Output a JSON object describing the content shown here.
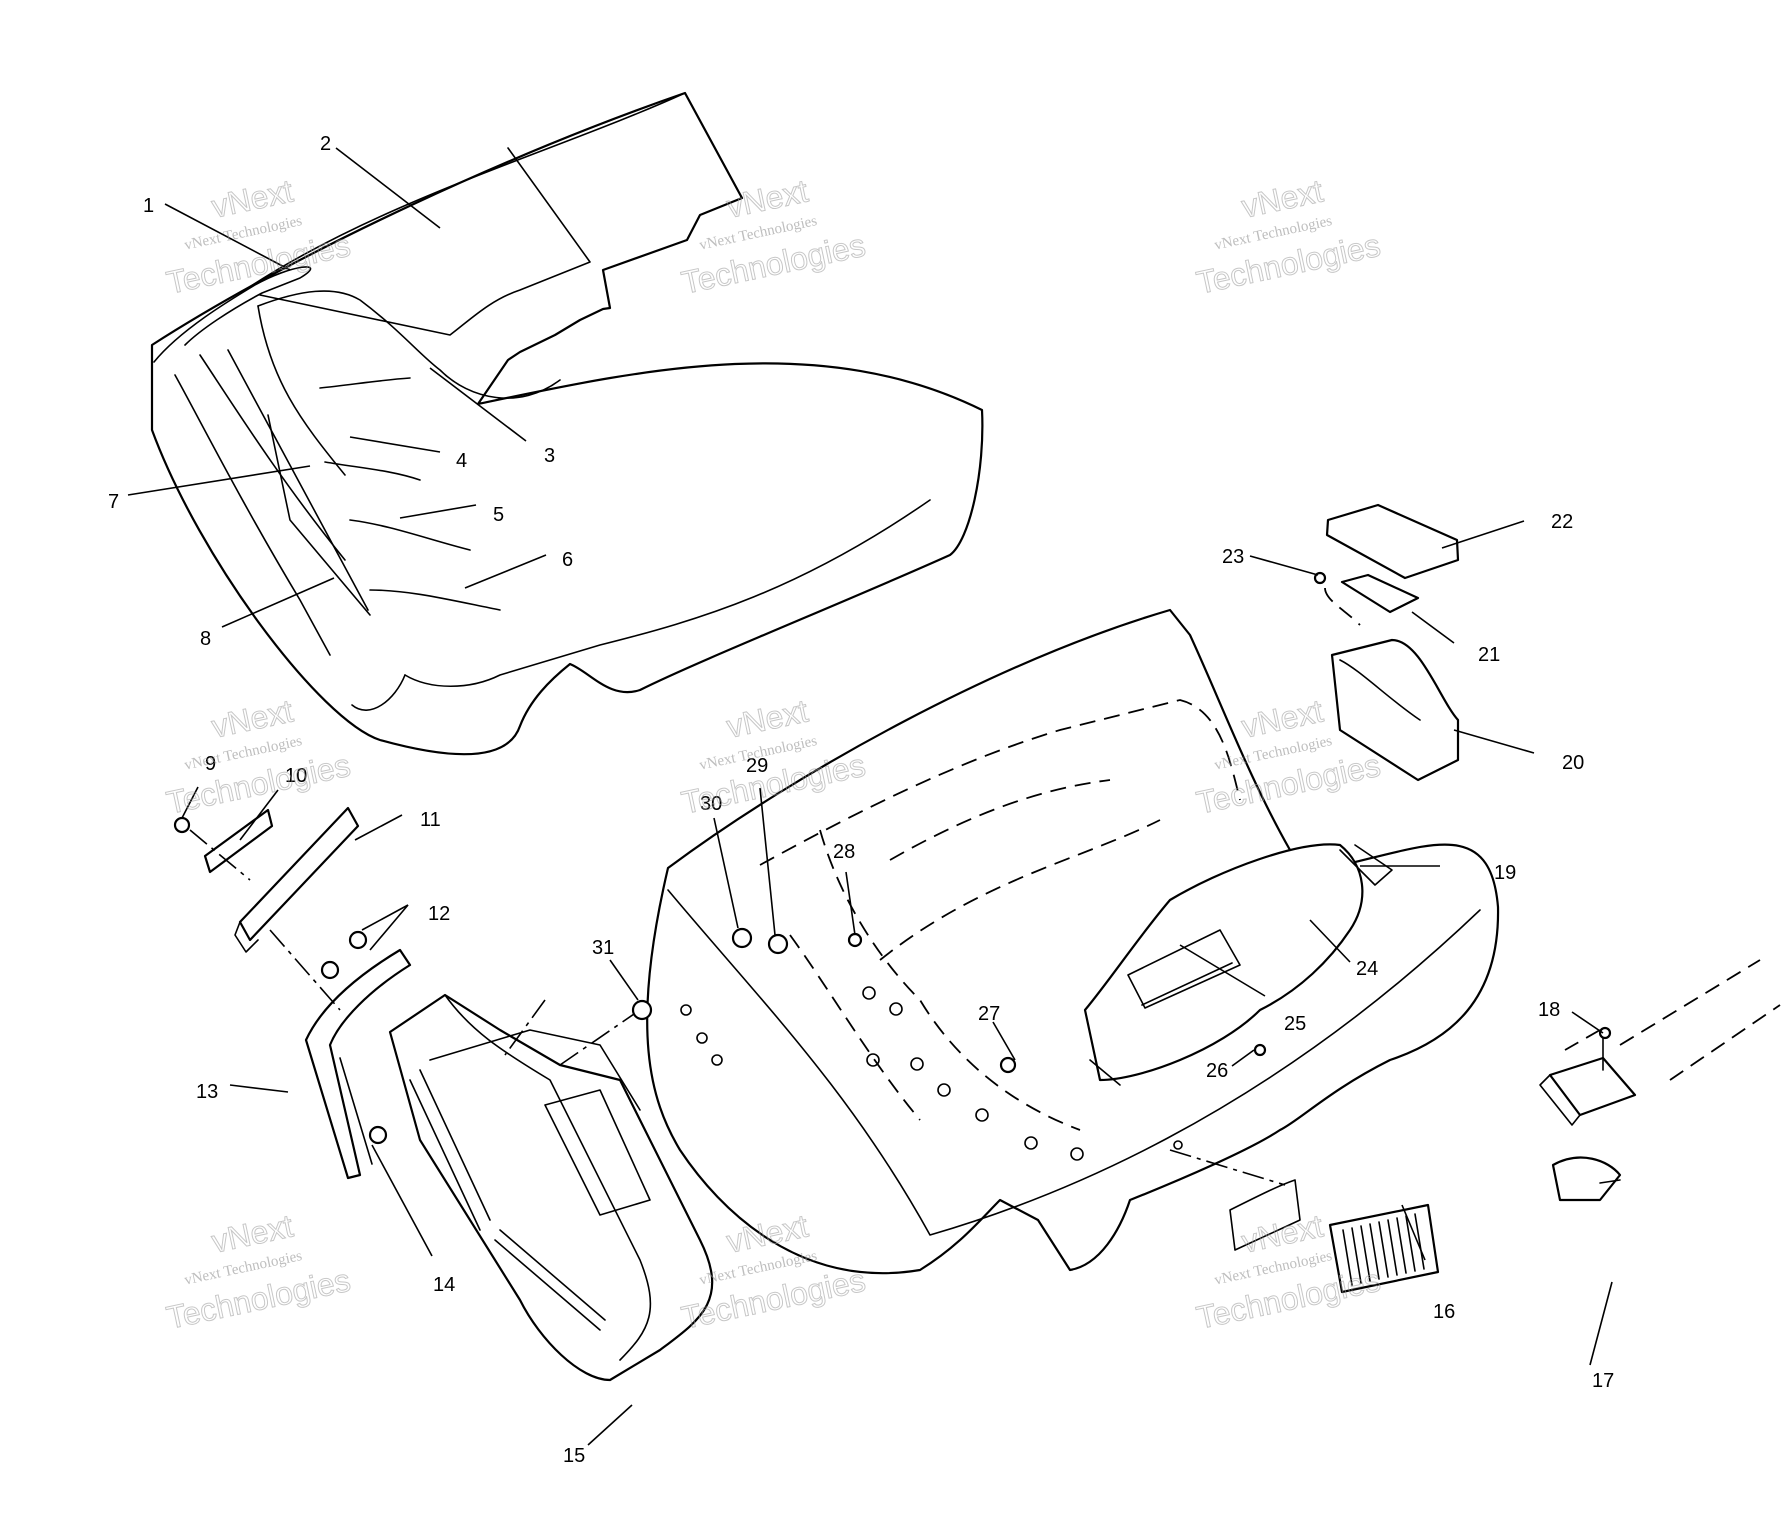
{
  "callouts": [
    {
      "id": "1",
      "label": "1"
    },
    {
      "id": "2",
      "label": "2"
    },
    {
      "id": "3",
      "label": "3"
    },
    {
      "id": "4",
      "label": "4"
    },
    {
      "id": "5",
      "label": "5"
    },
    {
      "id": "6",
      "label": "6"
    },
    {
      "id": "7",
      "label": "7"
    },
    {
      "id": "8",
      "label": "8"
    },
    {
      "id": "9",
      "label": "9"
    },
    {
      "id": "10",
      "label": "10"
    },
    {
      "id": "11",
      "label": "11"
    },
    {
      "id": "12",
      "label": "12"
    },
    {
      "id": "13",
      "label": "13"
    },
    {
      "id": "14",
      "label": "14"
    },
    {
      "id": "15",
      "label": "15"
    },
    {
      "id": "16",
      "label": "16"
    },
    {
      "id": "17",
      "label": "17"
    },
    {
      "id": "18",
      "label": "18"
    },
    {
      "id": "19",
      "label": "19"
    },
    {
      "id": "20",
      "label": "20"
    },
    {
      "id": "21",
      "label": "21"
    },
    {
      "id": "22",
      "label": "22"
    },
    {
      "id": "23",
      "label": "23"
    },
    {
      "id": "24",
      "label": "24"
    },
    {
      "id": "25",
      "label": "25"
    },
    {
      "id": "26",
      "label": "26"
    },
    {
      "id": "27",
      "label": "27"
    },
    {
      "id": "28",
      "label": "28"
    },
    {
      "id": "29",
      "label": "29"
    },
    {
      "id": "30",
      "label": "30"
    },
    {
      "id": "31",
      "label": "31"
    }
  ],
  "watermark": {
    "line1": "vNext",
    "line2": "vNext Technologies",
    "line3": "Technologies"
  }
}
